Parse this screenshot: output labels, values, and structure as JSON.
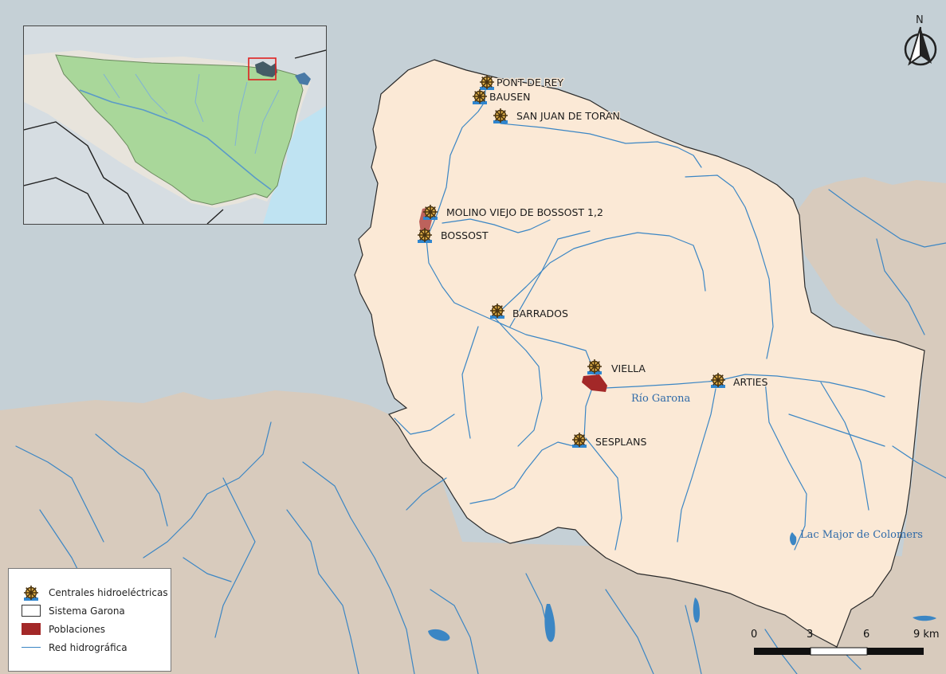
{
  "map": {
    "north_label": "N",
    "river_label": "Río Garona",
    "lake_label": "Lac Major de Colomers"
  },
  "plants": [
    {
      "name": "PONT DE REY"
    },
    {
      "name": "BAUSEN"
    },
    {
      "name": "SAN JUAN DE TORAN"
    },
    {
      "name": "MOLINO VIEJO DE BOSSOST 1,2"
    },
    {
      "name": "BOSSOST"
    },
    {
      "name": "BARRADOS"
    },
    {
      "name": "VIELLA"
    },
    {
      "name": "ARTIES"
    },
    {
      "name": "SESPLANS"
    }
  ],
  "legend": {
    "items": [
      {
        "label": "Centrales hidroeléctricas",
        "symbol": "hydro-plant-icon"
      },
      {
        "label": "Sistema Garona",
        "symbol": "outline-box"
      },
      {
        "label": "Poblaciones",
        "symbol": "filled-box"
      },
      {
        "label": "Red hidrográfica",
        "symbol": "blue-line"
      }
    ]
  },
  "scale": {
    "ticks": [
      "0",
      "3",
      "6",
      "9 km"
    ]
  },
  "colors": {
    "sea": "#c5d0d6",
    "terrain": "#d8cbbd",
    "basin": "#fbe9d6",
    "river": "#3b86c4",
    "town": "#a32828",
    "inset_box": "#e02020"
  }
}
